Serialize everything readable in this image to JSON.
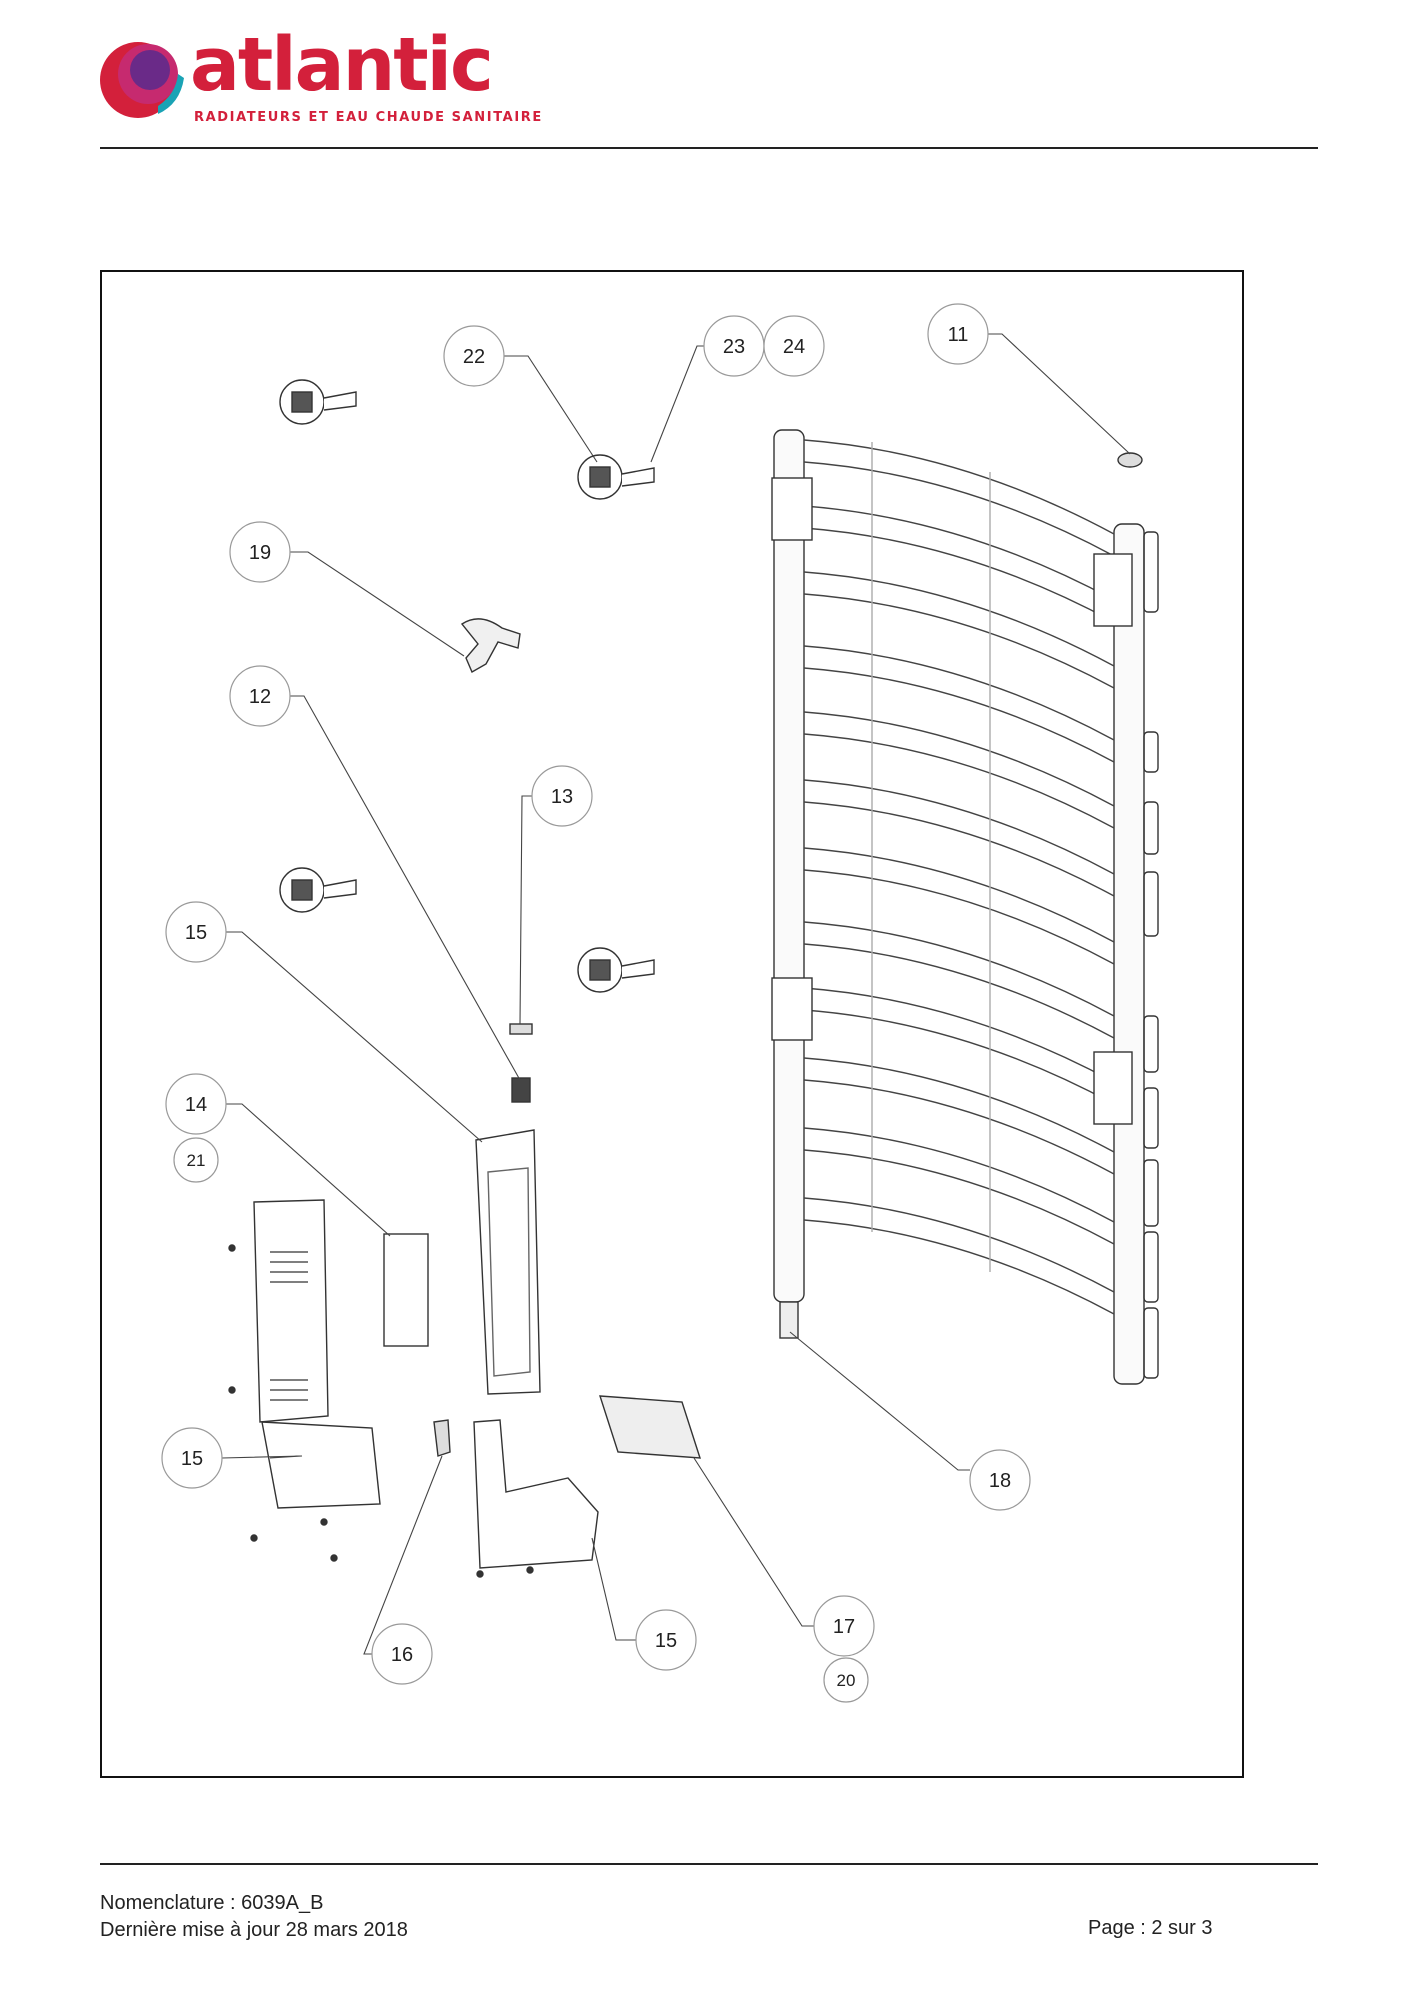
{
  "brand": {
    "name": "atlantic",
    "tagline": "RADIATEURS ET EAU CHAUDE SANITAIRE",
    "colors": {
      "red": "#d3203b",
      "purple": "#6a2a88",
      "magenta": "#c62a6f",
      "teal": "#1aa3b5"
    }
  },
  "diagram": {
    "callouts": [
      "22",
      "23",
      "24",
      "11",
      "19",
      "12",
      "13",
      "15",
      "14",
      "21",
      "15",
      "18",
      "17",
      "20",
      "15",
      "16"
    ]
  },
  "footer": {
    "reference": "Nomenclature : 6039A_B",
    "updated": "Dernière mise à jour 28 mars 2018",
    "page": "Page : 2 sur 3"
  }
}
